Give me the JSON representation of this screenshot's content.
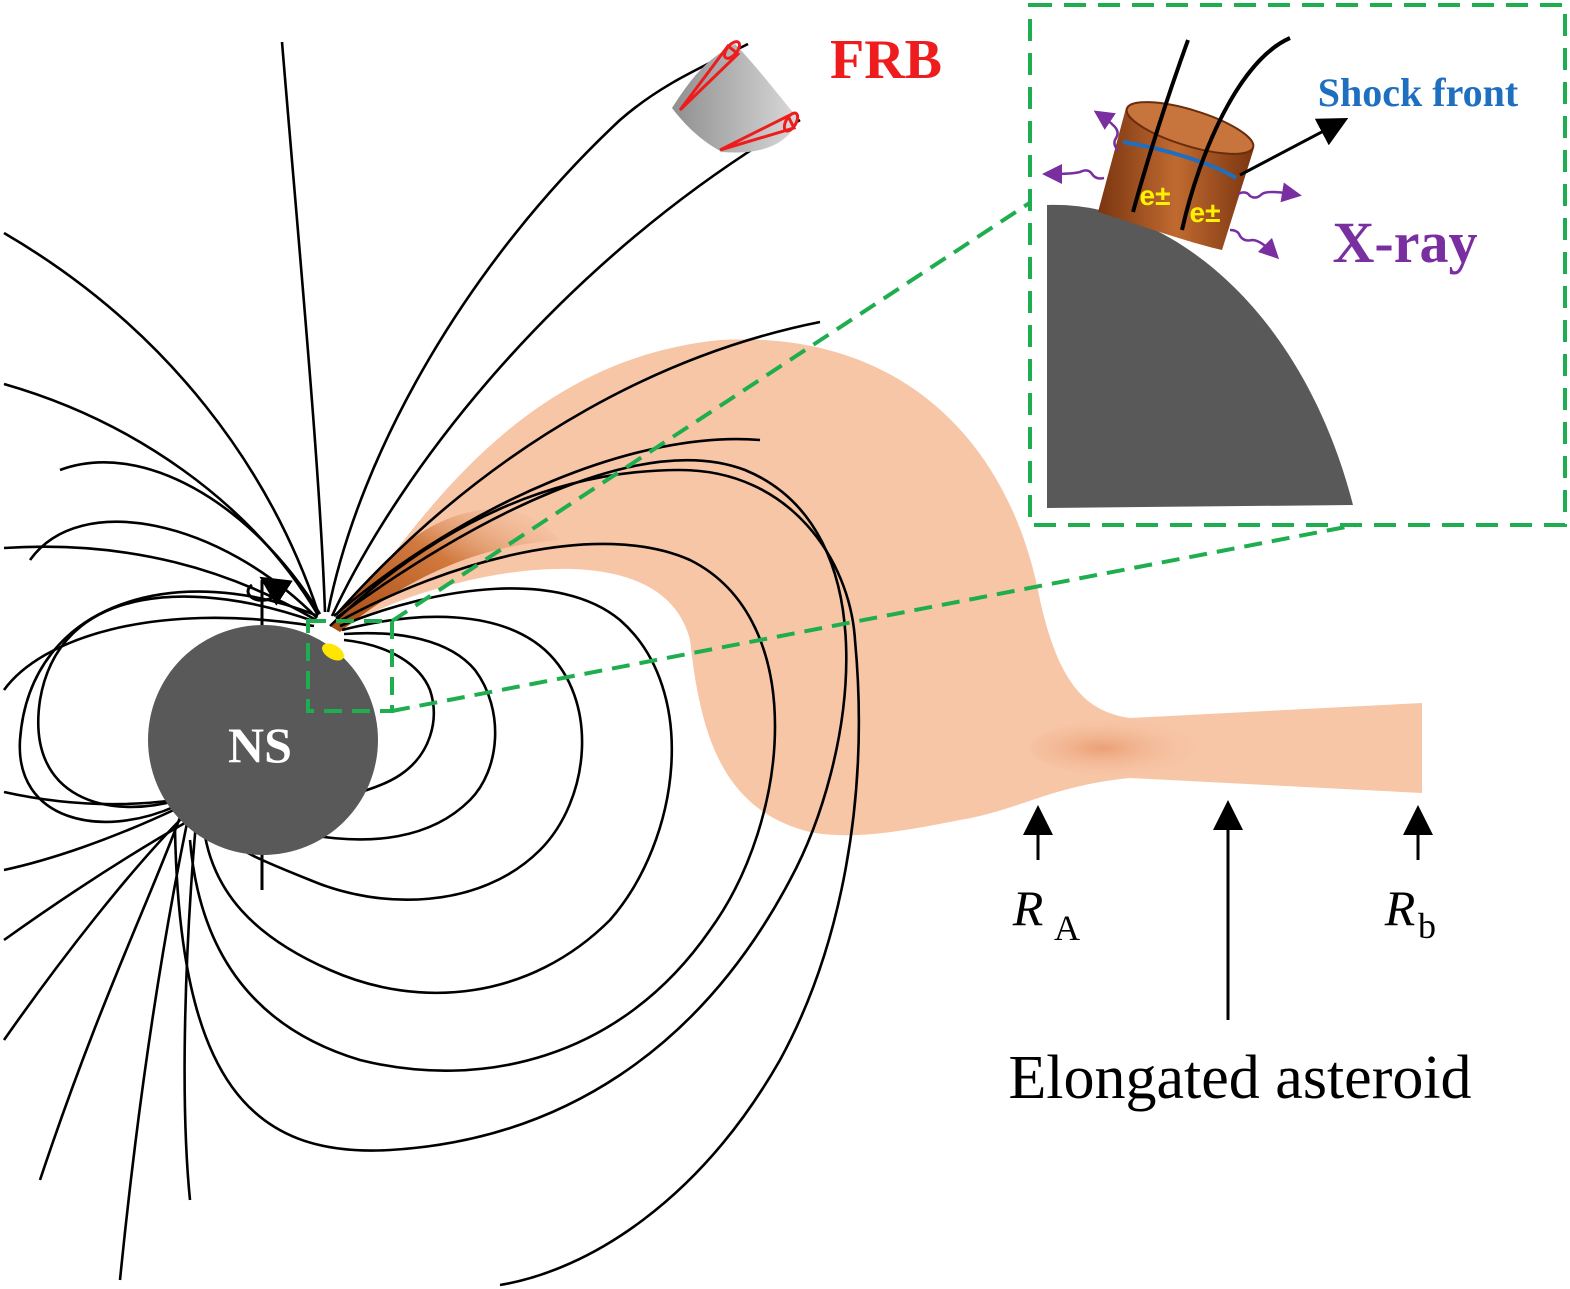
{
  "labels": {
    "ns": "NS",
    "frb": "FRB",
    "shock_front": "Shock front",
    "xray": "X-ray",
    "pair1": "e±",
    "pair2": "e±",
    "ra_main": "R",
    "ra_sub": "A",
    "rb_main": "R",
    "rb_sub": "b",
    "asteroid": "Elongated asteroid"
  },
  "colors": {
    "star": "#595959",
    "field_line": "#000000",
    "asteroid": "#f7c6a7",
    "asteroid_dark": "#e8a27a",
    "frb": "#ee1c1c",
    "xray": "#7a2fa0",
    "shock": "#1f6fc0",
    "inset_border": "#1fae4f",
    "pair_text": "#fff200",
    "hotspot": "#ffe600"
  },
  "icons": {
    "rotation": "rotation-arrow-icon",
    "up_arrow": "up-arrow-icon"
  }
}
